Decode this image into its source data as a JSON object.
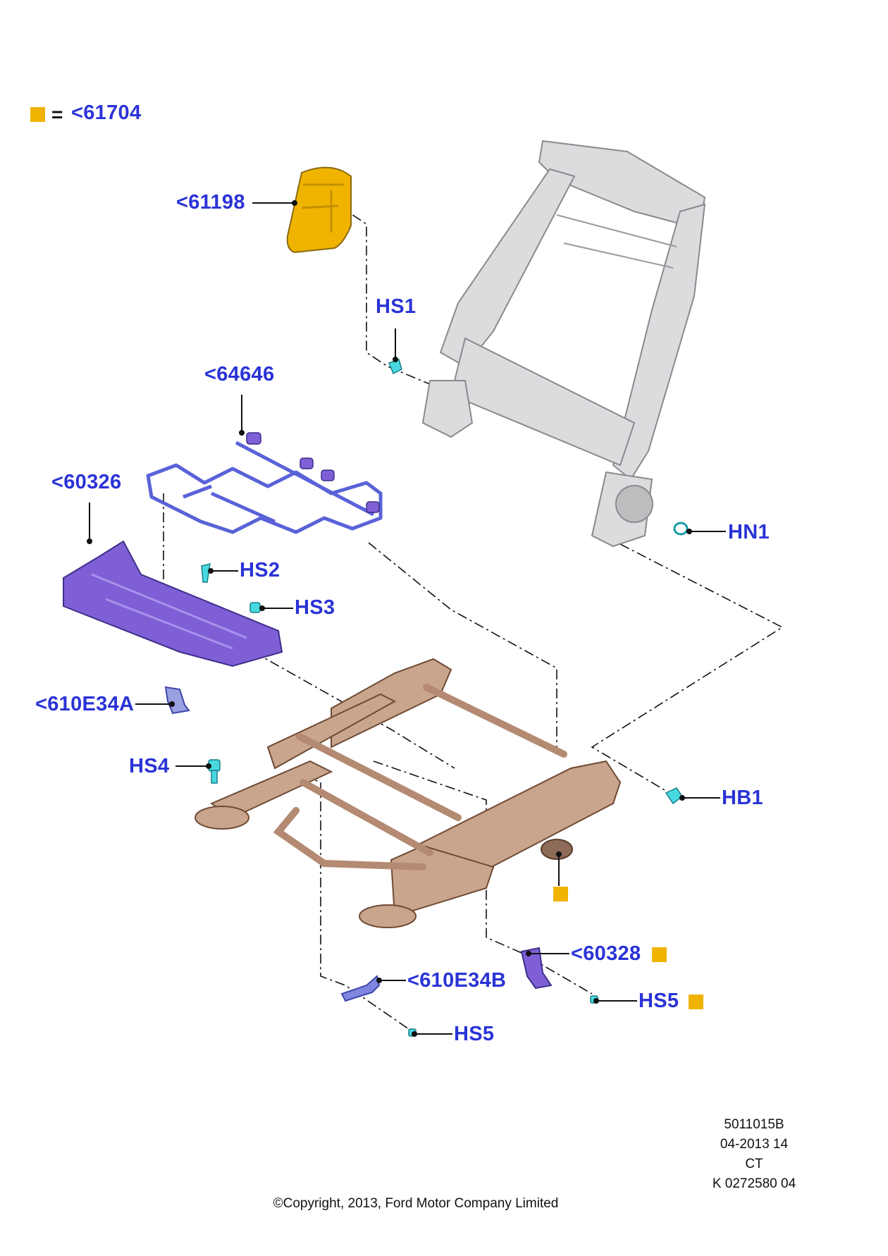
{
  "legend": {
    "equals": "=",
    "ref": "<61704",
    "marker_color": "#f0b400"
  },
  "parts": {
    "p61198": "<61198",
    "hs1": "HS1",
    "p64646": "<64646",
    "p60326": "<60326",
    "hs2": "HS2",
    "hs3": "HS3",
    "hn1": "HN1",
    "p610e34a": "<610E34A",
    "hs4": "HS4",
    "hb1": "HB1",
    "p60328": "<60328",
    "p610e34b": "<610E34B",
    "hs5_right": "HS5",
    "hs5_bottom": "HS5"
  },
  "colors": {
    "label": "#2a33d6",
    "seat_back_frame": "#d9d9dc",
    "track_frame": "#c8a088",
    "bracket_purple": "#7f5fd6",
    "mat_blue": "#5a62d8",
    "pad_orange": "#f0b400",
    "fastener_cyan": "#48d8e0"
  },
  "footer": {
    "code": "5011015B",
    "date": "04-2013 14",
    "region": "CT",
    "ref": "K 0272580 04",
    "copyright": "©Copyright, 2013, Ford Motor Company Limited"
  }
}
